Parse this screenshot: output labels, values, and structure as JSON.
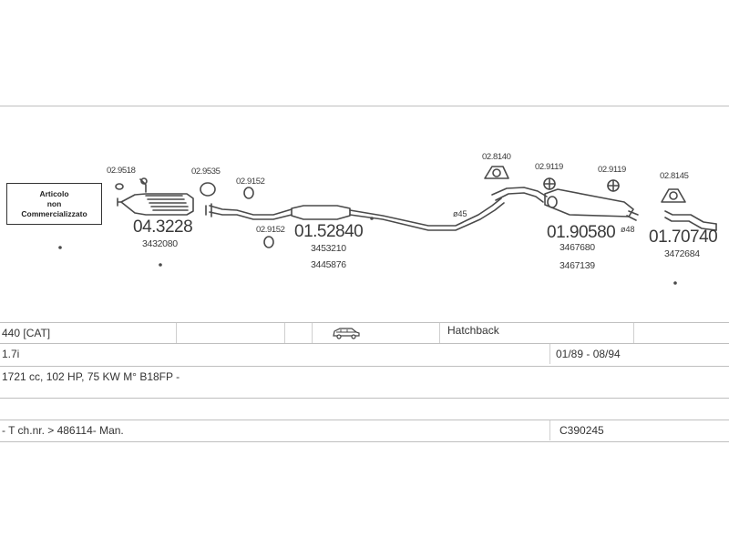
{
  "diagram": {
    "notice": [
      "Articolo",
      "non",
      "Commercializzato"
    ],
    "parts": [
      {
        "code": "02.9518",
        "size": "small"
      },
      {
        "code": "04.3228",
        "size": "big"
      },
      {
        "code": "3432080",
        "size": "oem"
      },
      {
        "code": "02.9535",
        "size": "small"
      },
      {
        "code": "02.9152",
        "size": "small"
      },
      {
        "code": "02.9152",
        "size": "small"
      },
      {
        "code": "01.52840",
        "size": "big"
      },
      {
        "code": "3453210",
        "size": "oem"
      },
      {
        "code": "3445876",
        "size": "oem"
      },
      {
        "code": "02.8140",
        "size": "small"
      },
      {
        "code": "02.9119",
        "size": "small"
      },
      {
        "code": "02.9119",
        "size": "small"
      },
      {
        "code": "01.90580",
        "size": "big"
      },
      {
        "code": "3467680",
        "size": "oem"
      },
      {
        "code": "3467139",
        "size": "oem"
      },
      {
        "code": "02.8145",
        "size": "small"
      },
      {
        "code": "01.70740",
        "size": "big"
      },
      {
        "code": "3472684",
        "size": "oem"
      }
    ],
    "diameters": [
      "ø45",
      "ø48"
    ]
  },
  "info_table": {
    "model": "440  [CAT]",
    "vehicle_icon": "car-side-icon",
    "body": "Hatchback",
    "engine": "1.7i",
    "years": "01/89 - 08/94",
    "spec": "1721 cc, 102 HP, 75 KW M° B18FP -",
    "empty_row": "",
    "chassis": "- T ch.nr. > 486114- Man.",
    "ref_code": "C390245"
  },
  "colors": {
    "line": "#4a4a4a",
    "rule": "#bfbfbf",
    "text": "#333333"
  }
}
